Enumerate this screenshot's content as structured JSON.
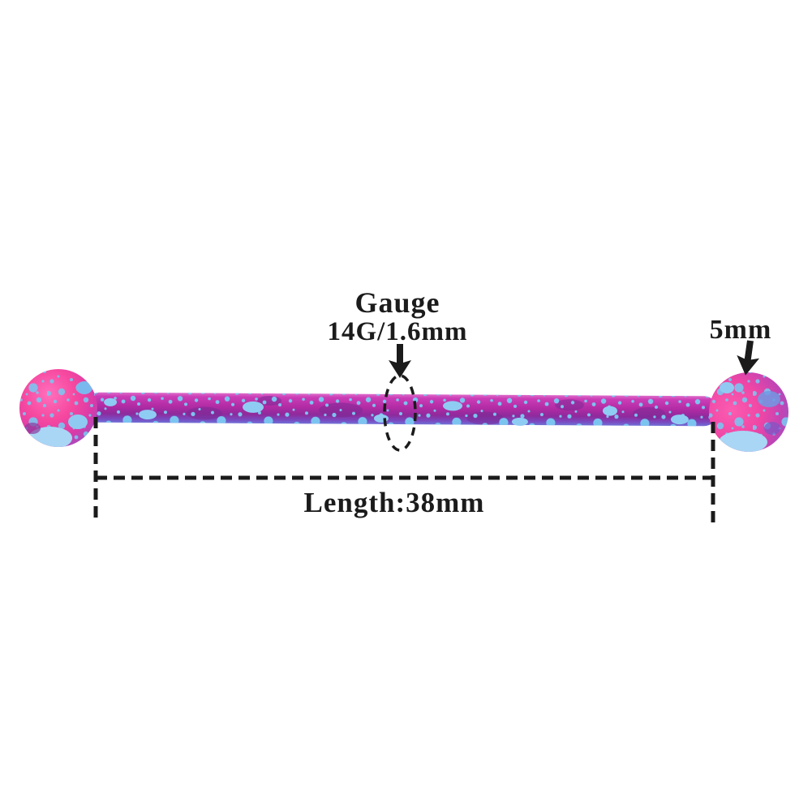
{
  "image": {
    "type": "product-measurement-diagram",
    "product": "blue-splatter pink industrial barbell piercing",
    "background": "#ffffff"
  },
  "annotations": {
    "gauge_label": "Gauge",
    "gauge_value": "14G/1.6mm",
    "ball_size": "5mm",
    "length": "Length:38mm"
  },
  "measurements": {
    "gauge": "14G/1.6mm",
    "ball_diameter": "5mm",
    "bar_length": "38mm"
  },
  "colors": {
    "annotation_ink": "#1b1b1b",
    "bar_pink_top": "#d85ec6",
    "bar_magenta": "#b12ba4",
    "bar_purple_patch": "#7c2a96",
    "bar_violet_bottom": "#7070d6",
    "ball_pink": "#f6489f",
    "ball_violet": "#7a62d0",
    "splatter_blue": "#7cc4f0",
    "splash_light_blue": "#a9d6f4"
  }
}
